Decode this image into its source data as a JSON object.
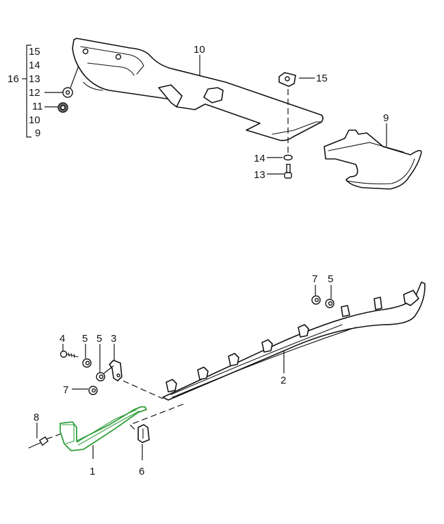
{
  "diagram": {
    "highlight_color": "#2f9e3a",
    "line_color": "#111111",
    "callouts": {
      "p1": "1",
      "p2": "2",
      "p3": "3",
      "p4": "4",
      "p5a": "5",
      "p5b": "5",
      "p5c": "5",
      "p6": "6",
      "p7a": "7",
      "p7b": "7",
      "p8": "8",
      "p9": "9",
      "p10": "10",
      "p13": "13",
      "p14": "14",
      "p15": "15"
    },
    "set_group": {
      "label": "16",
      "items": [
        "15",
        "14",
        "13",
        "12",
        "11",
        "10",
        "9"
      ]
    }
  }
}
